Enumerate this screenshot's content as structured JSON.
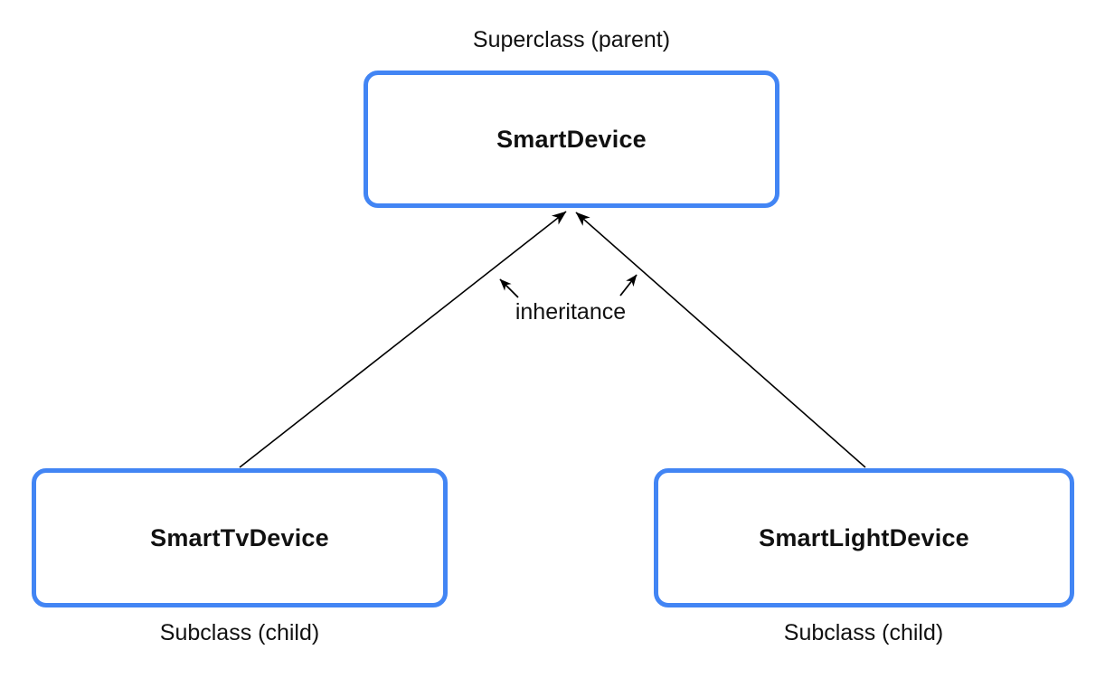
{
  "colors": {
    "accent": "#4285F4",
    "line": "#000000",
    "background": "#FFFFFF",
    "text": "#111111"
  },
  "labels": {
    "superclass_caption": "Superclass (parent)",
    "inheritance": "inheritance",
    "subclass_left_caption": "Subclass (child)",
    "subclass_right_caption": "Subclass (child)"
  },
  "nodes": {
    "superclass": {
      "name": "SmartDevice"
    },
    "subclass_left": {
      "name": "SmartTvDevice"
    },
    "subclass_right": {
      "name": "SmartLightDevice"
    }
  }
}
